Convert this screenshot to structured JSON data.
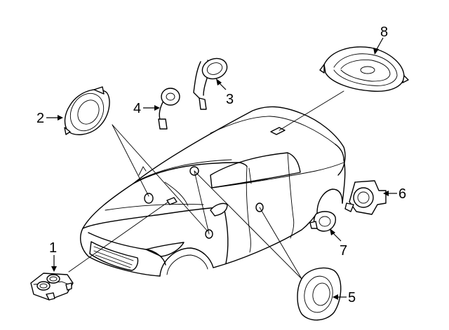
{
  "callouts": {
    "c1": "1",
    "c2": "2",
    "c3": "3",
    "c4": "4",
    "c5": "5",
    "c6": "6",
    "c7": "7",
    "c8": "8"
  },
  "colors": {
    "line": "#000000",
    "background": "#ffffff"
  }
}
